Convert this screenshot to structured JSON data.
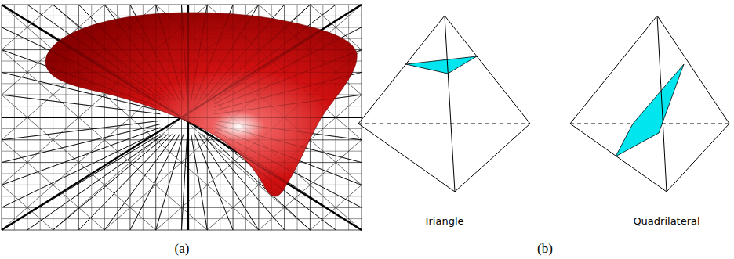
{
  "diagram": {
    "labels": [
      "(a)",
      "(b)",
      "Triangle",
      "Quadrilateral"
    ]
  }
}
